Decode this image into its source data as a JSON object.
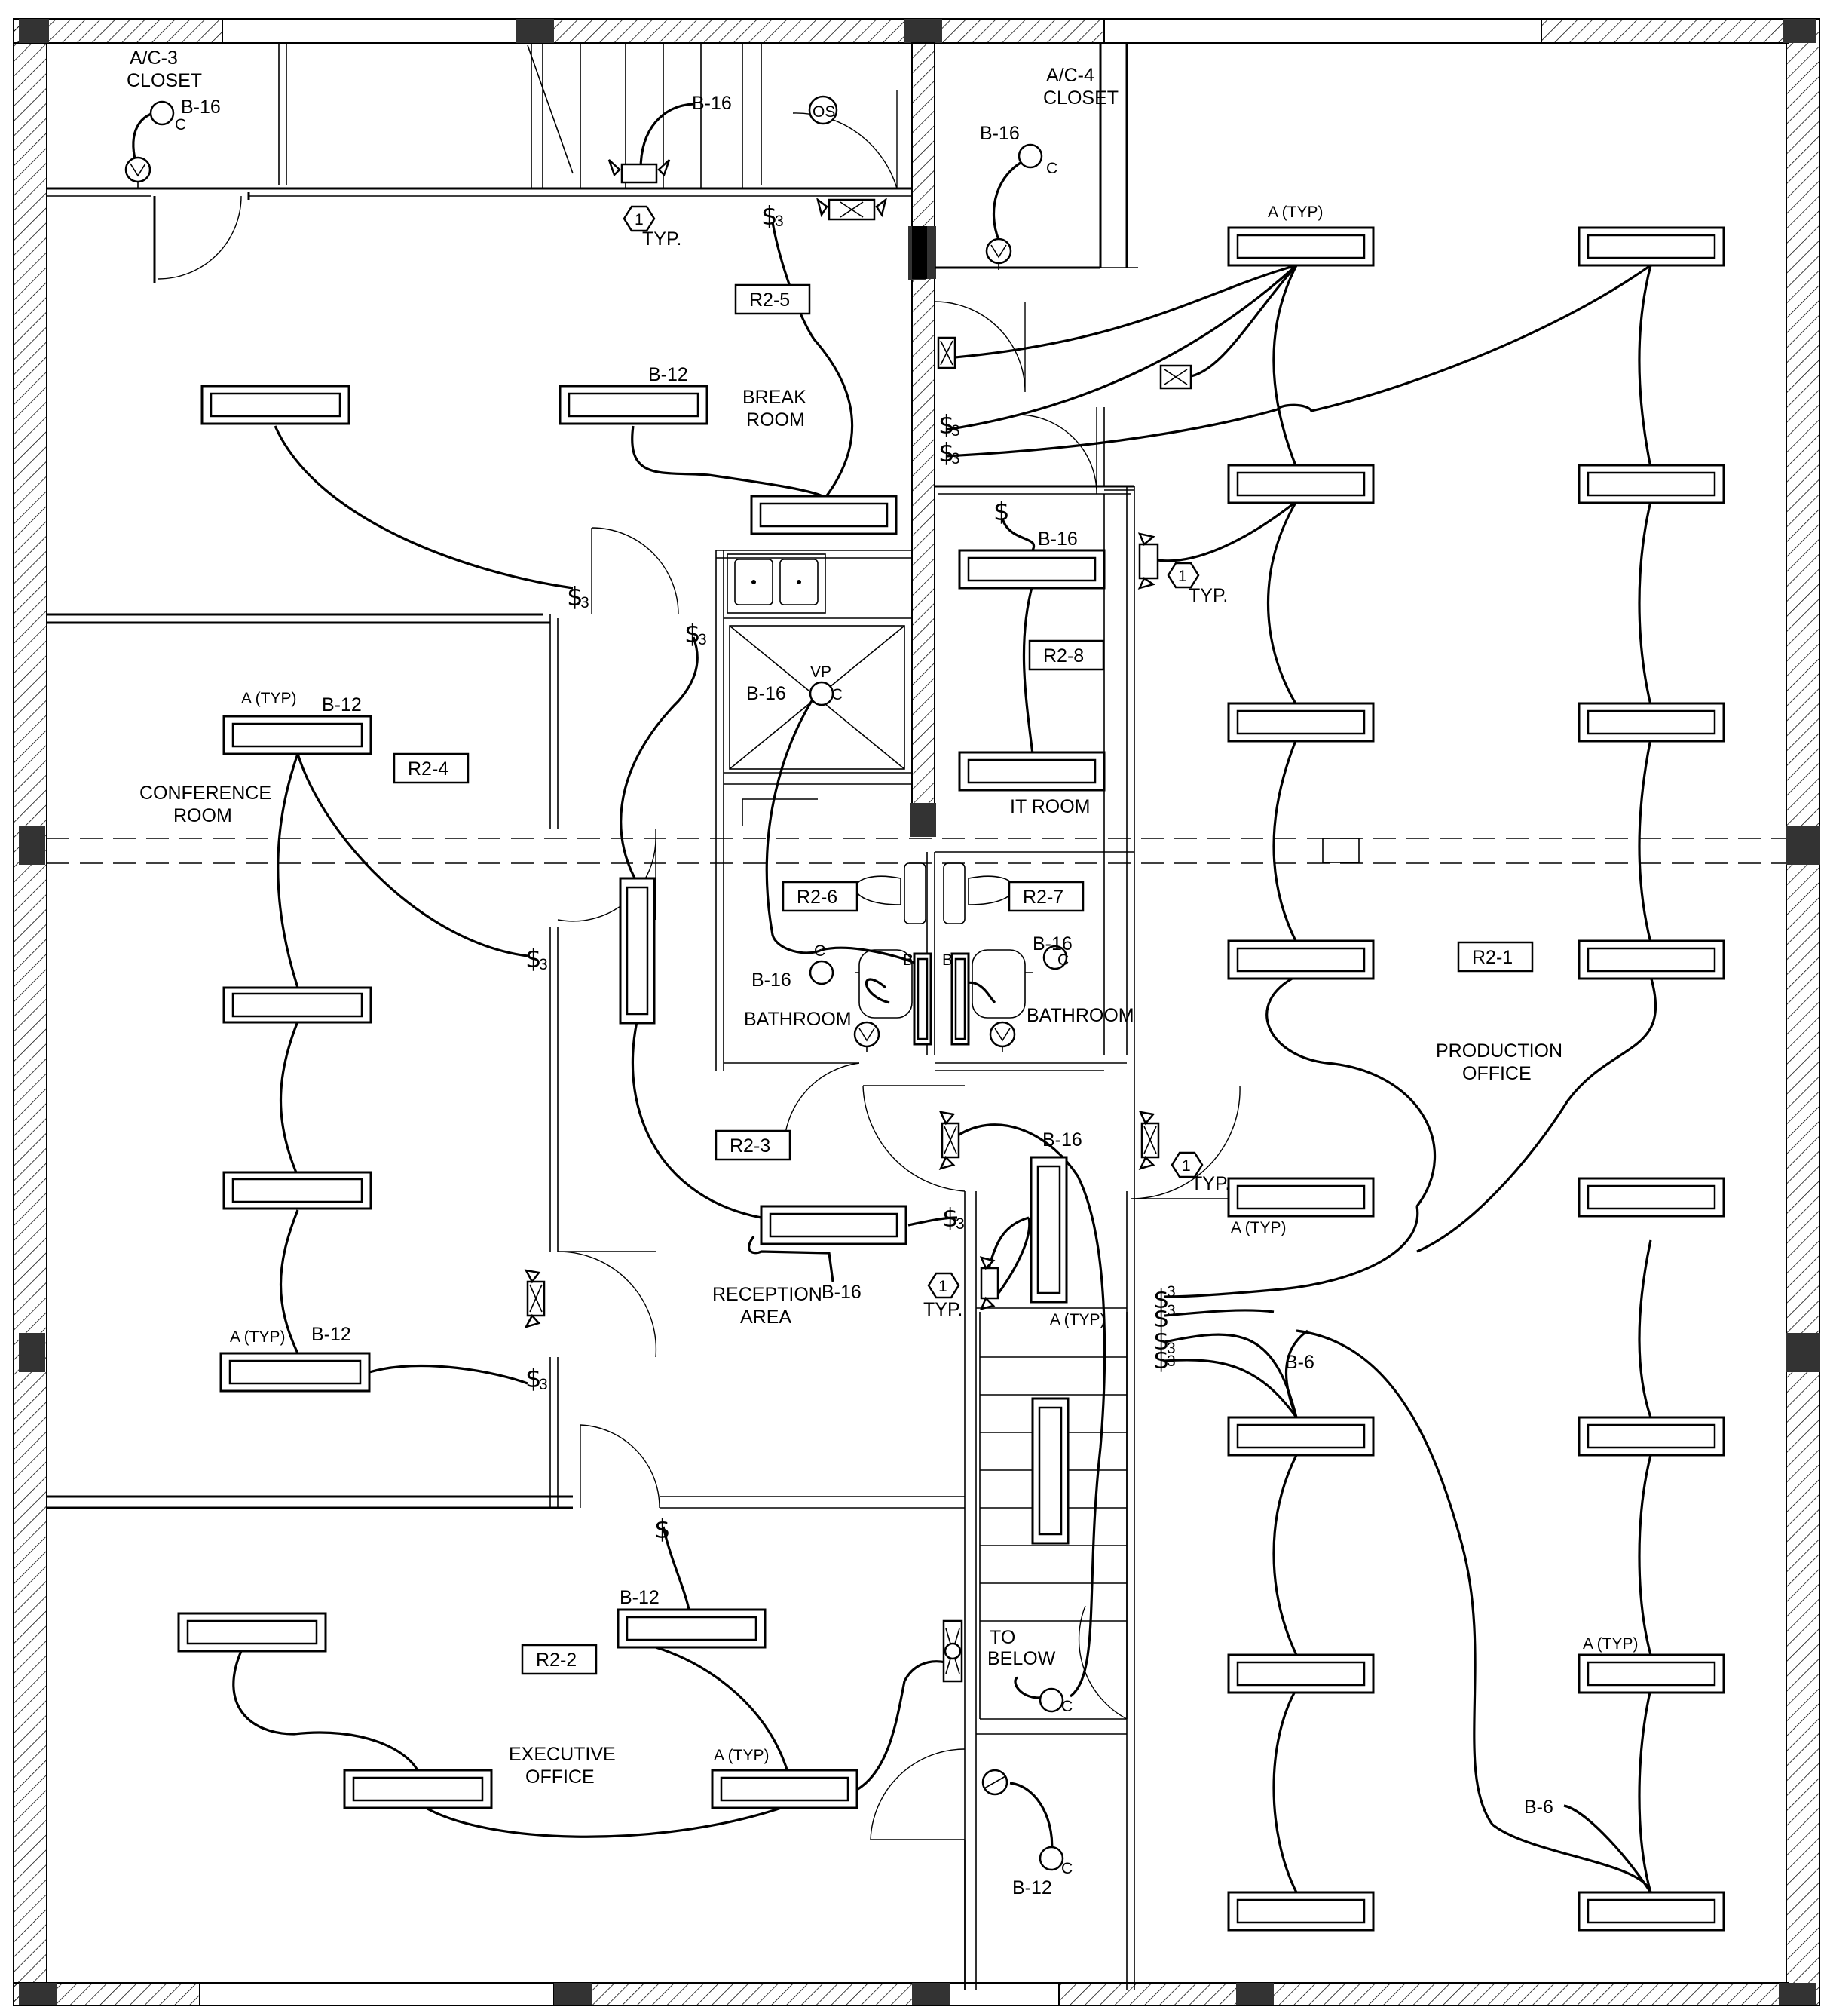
{
  "rooms": {
    "ac3": [
      "A/C-3",
      "CLOSET"
    ],
    "ac4": [
      "A/C-4",
      "CLOSET"
    ],
    "break_room": [
      "BREAK",
      "ROOM"
    ],
    "conference": [
      "CONFERENCE",
      "ROOM"
    ],
    "it_room": "IT ROOM",
    "bath_left": "BATHROOM",
    "bath_right": "BATHROOM",
    "production": [
      "PRODUCTION",
      "OFFICE"
    ],
    "reception": [
      "RECEPTION",
      "AREA"
    ],
    "executive": [
      "EXECUTIVE",
      "OFFICE"
    ],
    "to_below": [
      "TO",
      "BELOW"
    ]
  },
  "circuit_tags": [
    "R2-5",
    "R2-4",
    "R2-8",
    "R2-6",
    "R2-7",
    "R2-1",
    "R2-3",
    "R2-2"
  ],
  "circuit_labels": {
    "b16": "B-16",
    "b12": "B-12",
    "b6": "B-6",
    "fixture_type": "A (TYP)",
    "typ": "TYP.",
    "keynote": "1",
    "occupancy_sensor": "OS",
    "vapor_proof": "VP",
    "ceiling": "C",
    "bath_fixture": "B"
  },
  "switch_glyph": "$",
  "switch_sub": "3",
  "colors": {
    "ink": "#000000",
    "paper": "#ffffff",
    "column": "#333333"
  },
  "icons": [
    "switch-icon",
    "three-way-switch-icon",
    "ceiling-fan-icon",
    "exit-sign-icon",
    "emergency-light-icon",
    "occupancy-sensor-icon",
    "exhaust-fan-icon"
  ]
}
